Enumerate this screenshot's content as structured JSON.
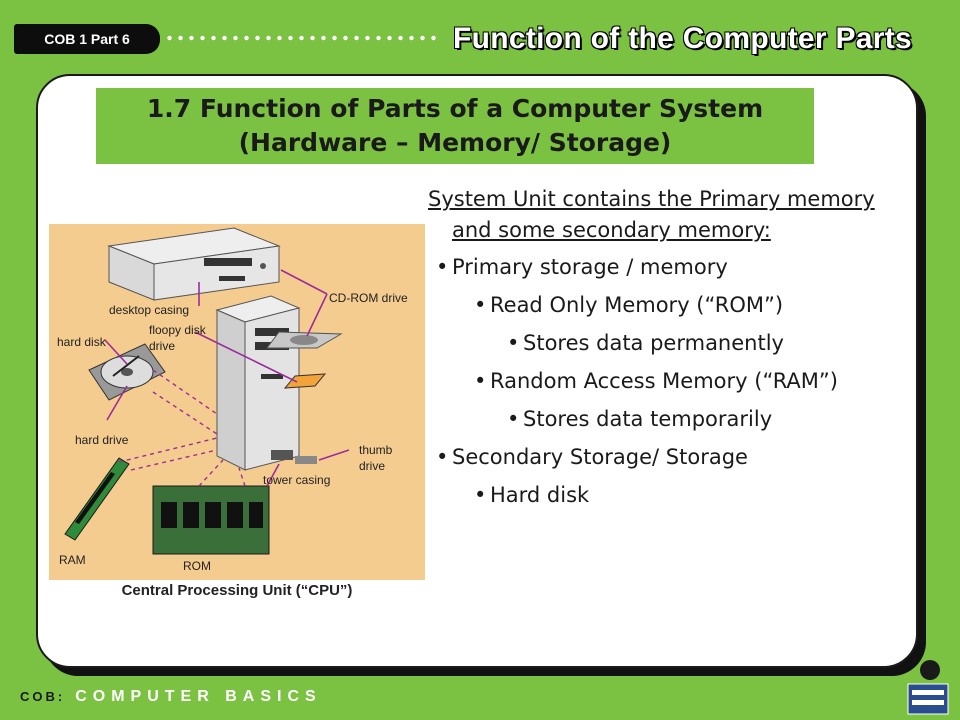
{
  "header": {
    "badge": "COB 1 Part 6",
    "title": "Function of the Computer Parts"
  },
  "slide": {
    "title_line1": "1.7 Function of Parts of a Computer System",
    "title_line2": "(Hardware – Memory/ Storage)"
  },
  "figure": {
    "labels": {
      "desktop_casing": "desktop casing",
      "cdrom_drive": "CD-ROM drive",
      "hard_disk": "hard disk",
      "floppy_line1": "floopy disk",
      "floppy_line2": "drive",
      "hard_drive": "hard drive",
      "thumb_line1": "thumb",
      "thumb_line2": "drive",
      "tower_casing": "tower casing",
      "ram": "RAM",
      "rom": "ROM"
    },
    "caption": "Central Processing Unit (“CPU”)"
  },
  "content": {
    "intro": "System Unit contains the Primary memory and some secondary memory:",
    "items": [
      {
        "level": 1,
        "text": "Primary storage / memory"
      },
      {
        "level": 2,
        "text": "Read Only Memory (“ROM”)"
      },
      {
        "level": 3,
        "text": "Stores data permanently"
      },
      {
        "level": 2,
        "text": "Random Access Memory (“RAM”)"
      },
      {
        "level": 3,
        "text": "Stores data temporarily"
      },
      {
        "level": 1,
        "text": "Secondary Storage/ Storage"
      },
      {
        "level": 2,
        "text": "Hard disk"
      }
    ]
  },
  "footer": {
    "prefix": "COB:",
    "text": "COMPUTER BASICS"
  },
  "colors": {
    "background": "#7cc242",
    "illustration_bg": "#f5cc8f",
    "leader_line": "#9b2c9b"
  }
}
